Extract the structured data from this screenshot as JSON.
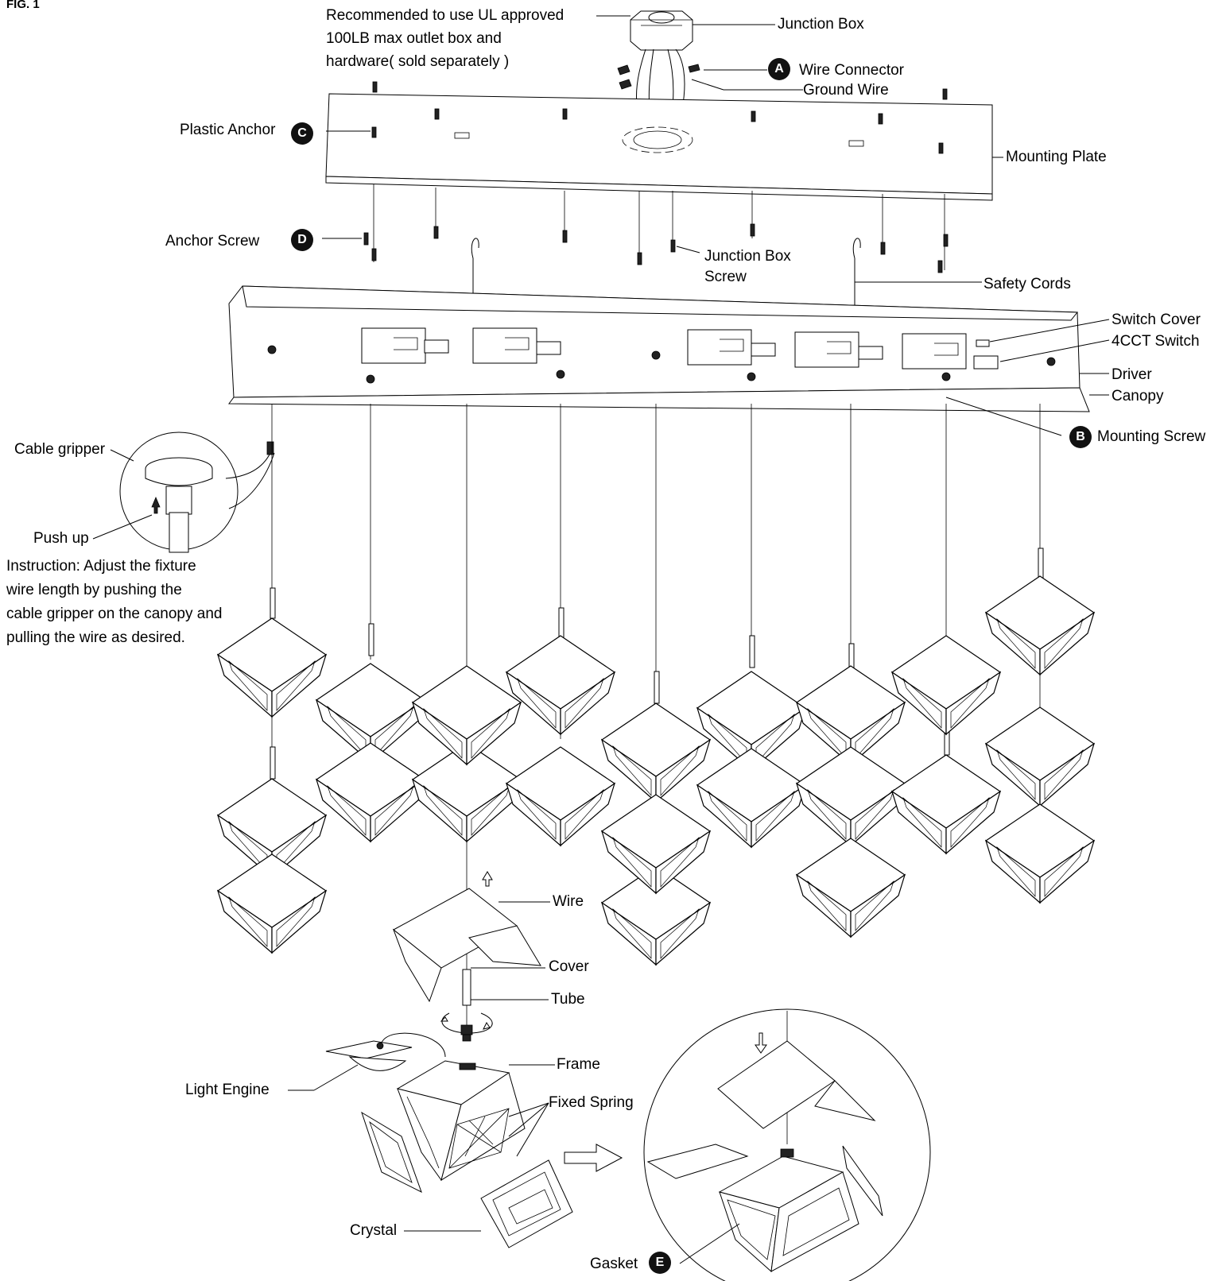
{
  "figure_label": "FIG. 1",
  "labels": {
    "recommend_line1": "Recommended to use UL approved",
    "recommend_line2": "100LB max outlet box and",
    "recommend_line3": "hardware( sold separately )",
    "junction_box": "Junction Box",
    "wire_connector": "Wire Connector",
    "ground_wire": "Ground Wire",
    "plastic_anchor": "Plastic Anchor",
    "mounting_plate": "Mounting Plate",
    "anchor_screw": "Anchor Screw",
    "junction_box_screw_1": "Junction Box",
    "junction_box_screw_2": "Screw",
    "safety_cords": "Safety Cords",
    "switch_cover": "Switch Cover",
    "cct_switch": "4CCT Switch",
    "driver": "Driver",
    "canopy": "Canopy",
    "mounting_screw": "Mounting Screw",
    "cable_gripper": "Cable gripper",
    "push_up": "Push up",
    "wire": "Wire",
    "cover": "Cover",
    "tube": "Tube",
    "frame": "Frame",
    "light_engine": "Light Engine",
    "fixed_spring": "Fixed Spring",
    "crystal": "Crystal",
    "gasket": "Gasket"
  },
  "badges": {
    "a": "A",
    "b": "B",
    "c": "C",
    "d": "D",
    "e": "E"
  },
  "instruction": {
    "line1": "Instruction: Adjust the fixture",
    "line2": "wire length by pushing the",
    "line3": "cable gripper on the canopy and",
    "line4": "pulling the wire as desired."
  }
}
